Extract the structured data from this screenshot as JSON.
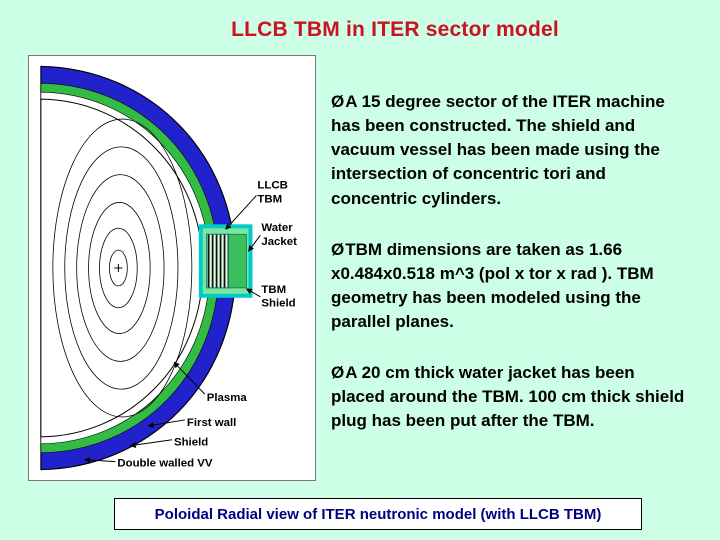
{
  "slide": {
    "title": "LLCB TBM in ITER sector model",
    "bullets": [
      {
        "glyph": "Ø",
        "text": "A 15 degree sector of the ITER machine has been constructed. The shield and vacuum vessel has been made using the intersection of concentric tori and concentric cylinders."
      },
      {
        "glyph": "Ø",
        "text": "TBM dimensions are taken as 1.66 x0.484x0.518 m^3 (pol x tor x rad ). TBM geometry has been modeled using the parallel planes."
      },
      {
        "glyph": "Ø",
        "text": "A  20 cm thick water jacket has been placed around the TBM. 100 cm thick shield plug has been put after the TBM."
      }
    ],
    "caption": "Poloidal Radial view of ITER  neutronic model (with LLCB TBM)"
  },
  "diagram": {
    "labels": {
      "llcb_tbm": [
        "LLCB",
        "TBM"
      ],
      "water_jacket": [
        "Water",
        "Jacket"
      ],
      "tbm_shield": [
        "TBM",
        "Shield"
      ],
      "plasma": "Plasma",
      "first_wall": "First wall",
      "shield": "Shield",
      "double_walled_vv": "Double walled VV"
    },
    "colors": {
      "background": "#CCFFE6",
      "title_red": "#CC1122",
      "caption_navy": "#000080",
      "vacuum_vessel_blue": "#2222CC",
      "shield_green": "#33BB44",
      "water_jacket_cyan": "#00CCCC",
      "tbm_green": "#7CE69C"
    }
  }
}
